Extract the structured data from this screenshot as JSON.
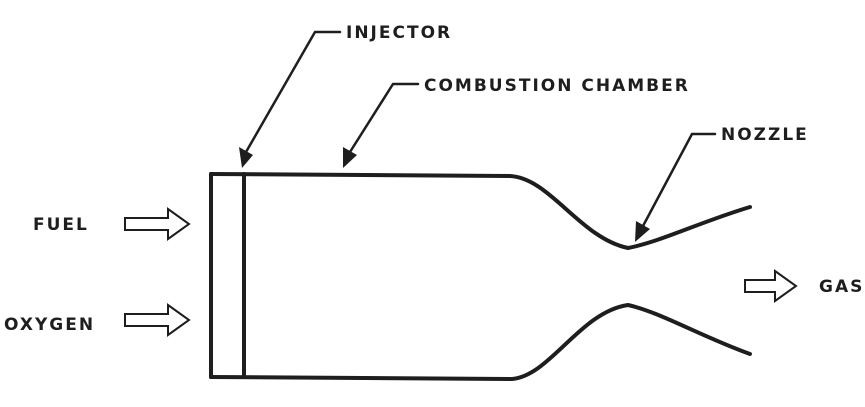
{
  "diagram": {
    "labels": {
      "injector": "INJECTOR",
      "combustion_chamber": "COMBUSTION CHAMBER",
      "nozzle": "NOZZLE",
      "fuel": "FUEL",
      "oxygen": "OXYGEN",
      "gas": "GAS"
    },
    "colors": {
      "ink": "#1e1e1e",
      "background": "#ffffff"
    }
  }
}
